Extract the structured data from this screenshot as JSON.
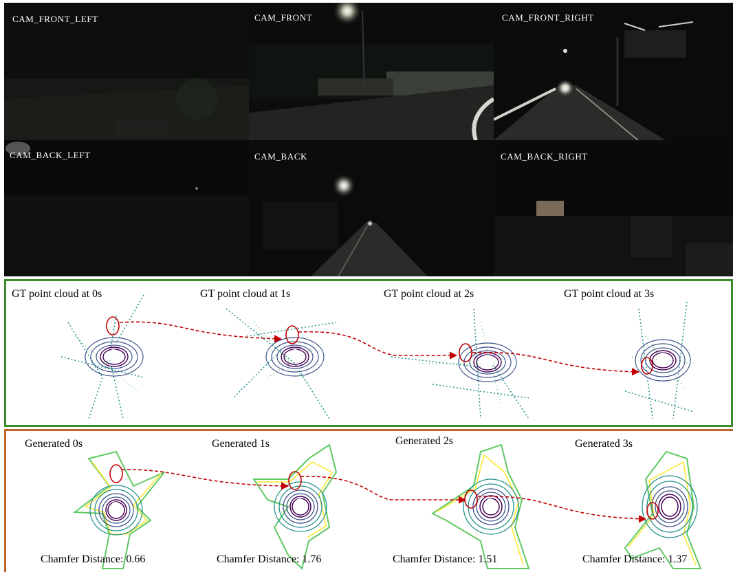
{
  "cameras": {
    "front_left": "CAM_FRONT_LEFT",
    "front": "CAM_FRONT",
    "front_right": "CAM_FRONT_RIGHT",
    "back_left": "CAM_BACK_LEFT",
    "back": "CAM_BACK",
    "back_right": "CAM_BACK_RIGHT"
  },
  "gt_row": {
    "labels": [
      "GT point cloud at 0s",
      "GT point cloud at 1s",
      "GT point cloud at 2s",
      "GT point cloud at 3s"
    ],
    "border_color": "#3e8a2c"
  },
  "generated_row": {
    "labels": [
      "Generated 0s",
      "Generated 1s",
      "Generated 2s",
      "Generated 3s"
    ],
    "chamfer": [
      "Chamfer Distance: 0.66",
      "Chamfer Distance: 1.76",
      "Chamfer Distance: 1.51",
      "Chamfer Distance: 1.37"
    ],
    "border_color": "#c4622b"
  },
  "colors": {
    "track_arrow": "#c00000",
    "viridis": [
      "#440154",
      "#3b528b",
      "#21918c",
      "#5ec962",
      "#fde725"
    ]
  }
}
